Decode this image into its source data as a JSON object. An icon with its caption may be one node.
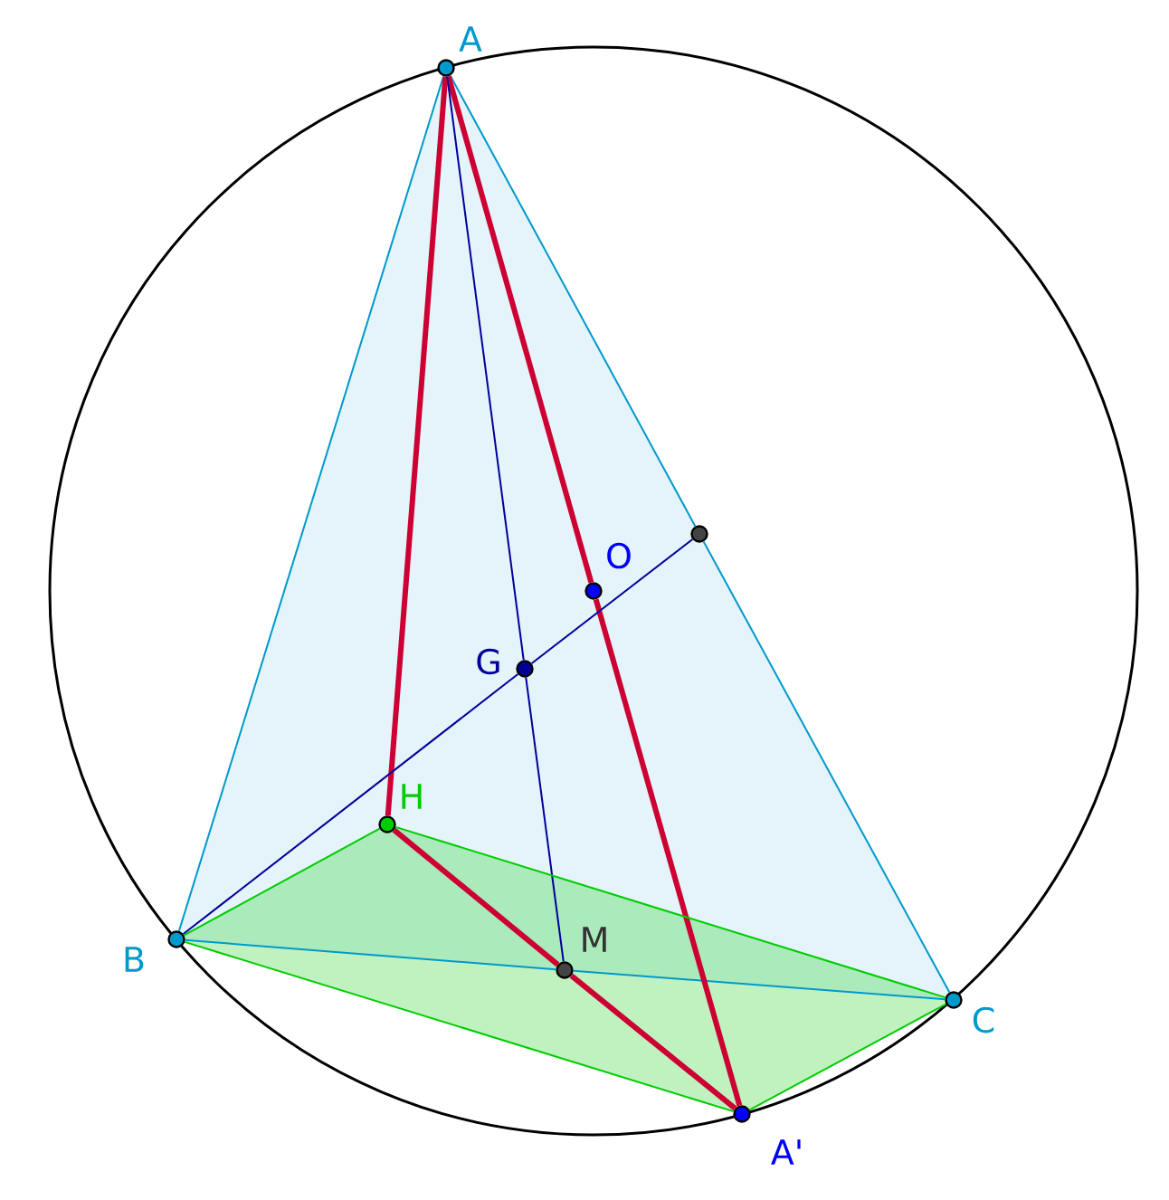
{
  "diagram": {
    "nodes": [
      {
        "text": [
          "A"
        ]
      },
      {
        "text": [
          "B"
        ]
      },
      {
        "text": [
          "C"
        ]
      },
      {
        "text": [
          "A'"
        ]
      },
      {
        "text": [
          "H"
        ]
      },
      {
        "text": [
          "G"
        ]
      },
      {
        "text": [
          "O"
        ]
      },
      {
        "text": [
          "M"
        ]
      },
      {
        "text": [],
        "shape": "circle"
      }
    ],
    "edges": [
      {
        "from": 0,
        "to": 1,
        "arrow": "none",
        "color": "#0099cc"
      },
      {
        "from": 0,
        "to": 8,
        "arrow": "none",
        "color": "#0099cc"
      },
      {
        "from": 8,
        "to": 2,
        "arrow": "none",
        "color": "#0099cc"
      },
      {
        "from": 1,
        "to": 7,
        "arrow": "none",
        "color": "#0099cc"
      },
      {
        "from": 7,
        "to": 2,
        "arrow": "none",
        "color": "#0099cc"
      },
      {
        "from": 0,
        "to": 4,
        "arrow": "none",
        "style": "thick",
        "color": "#cc0033"
      },
      {
        "from": 0,
        "to": 6,
        "arrow": "none",
        "style": "thick",
        "color": "#cc0033"
      },
      {
        "from": 6,
        "to": 3,
        "arrow": "none",
        "style": "thick",
        "color": "#cc0033"
      },
      {
        "from": 4,
        "to": 7,
        "arrow": "none",
        "style": "thick",
        "color": "#cc0033"
      },
      {
        "from": 7,
        "to": 3,
        "arrow": "none",
        "style": "thick",
        "color": "#cc0033"
      },
      {
        "from": 0,
        "to": 5,
        "arrow": "none",
        "color": "#000099"
      },
      {
        "from": 5,
        "to": 7,
        "arrow": "none",
        "color": "#000099"
      },
      {
        "from": 1,
        "to": 5,
        "arrow": "none",
        "color": "#000099"
      },
      {
        "from": 5,
        "to": 8,
        "arrow": "none",
        "color": "#000099"
      },
      {
        "from": 1,
        "to": 4,
        "arrow": "none",
        "color": "#00cc00"
      },
      {
        "from": 4,
        "to": 2,
        "arrow": "none",
        "color": "#00cc00"
      },
      {
        "from": 1,
        "to": 3,
        "arrow": "none",
        "color": "#00cc00"
      },
      {
        "from": 3,
        "to": 2,
        "arrow": "none",
        "color": "#00cc00"
      }
    ]
  }
}
